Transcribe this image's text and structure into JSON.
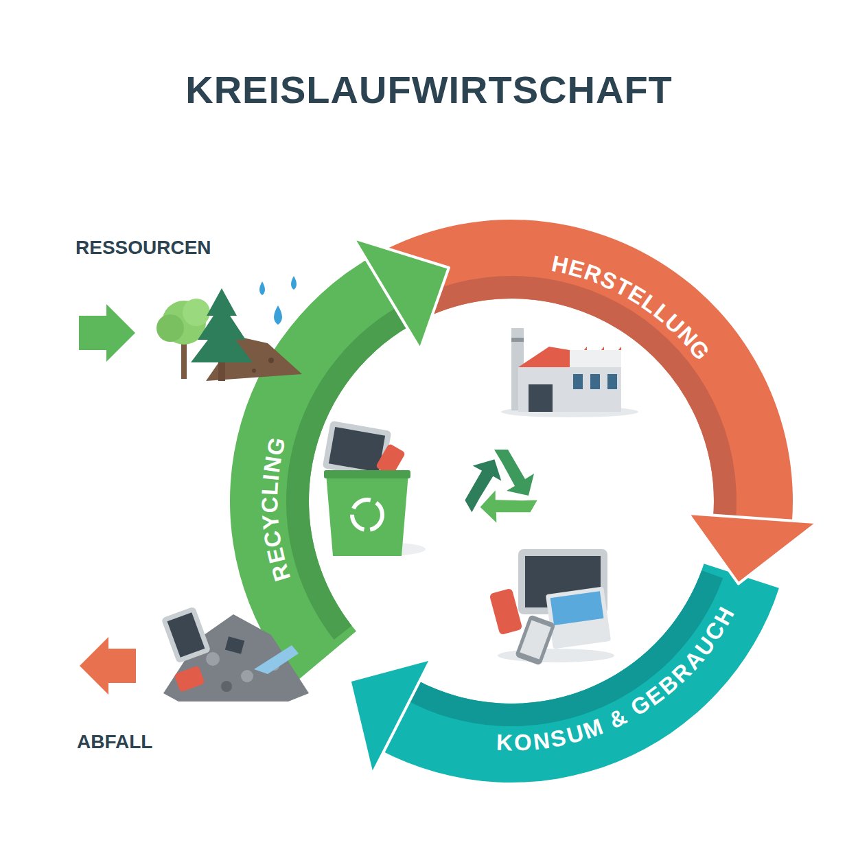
{
  "diagram": {
    "title": "KREISLAUFWIRTSCHAFT",
    "labels": [
      "RESSOURCEN",
      "HERSTELLUNG",
      "RECYCLING",
      "KONSUM & GEBRAUCH",
      "ABFALL"
    ]
  }
}
